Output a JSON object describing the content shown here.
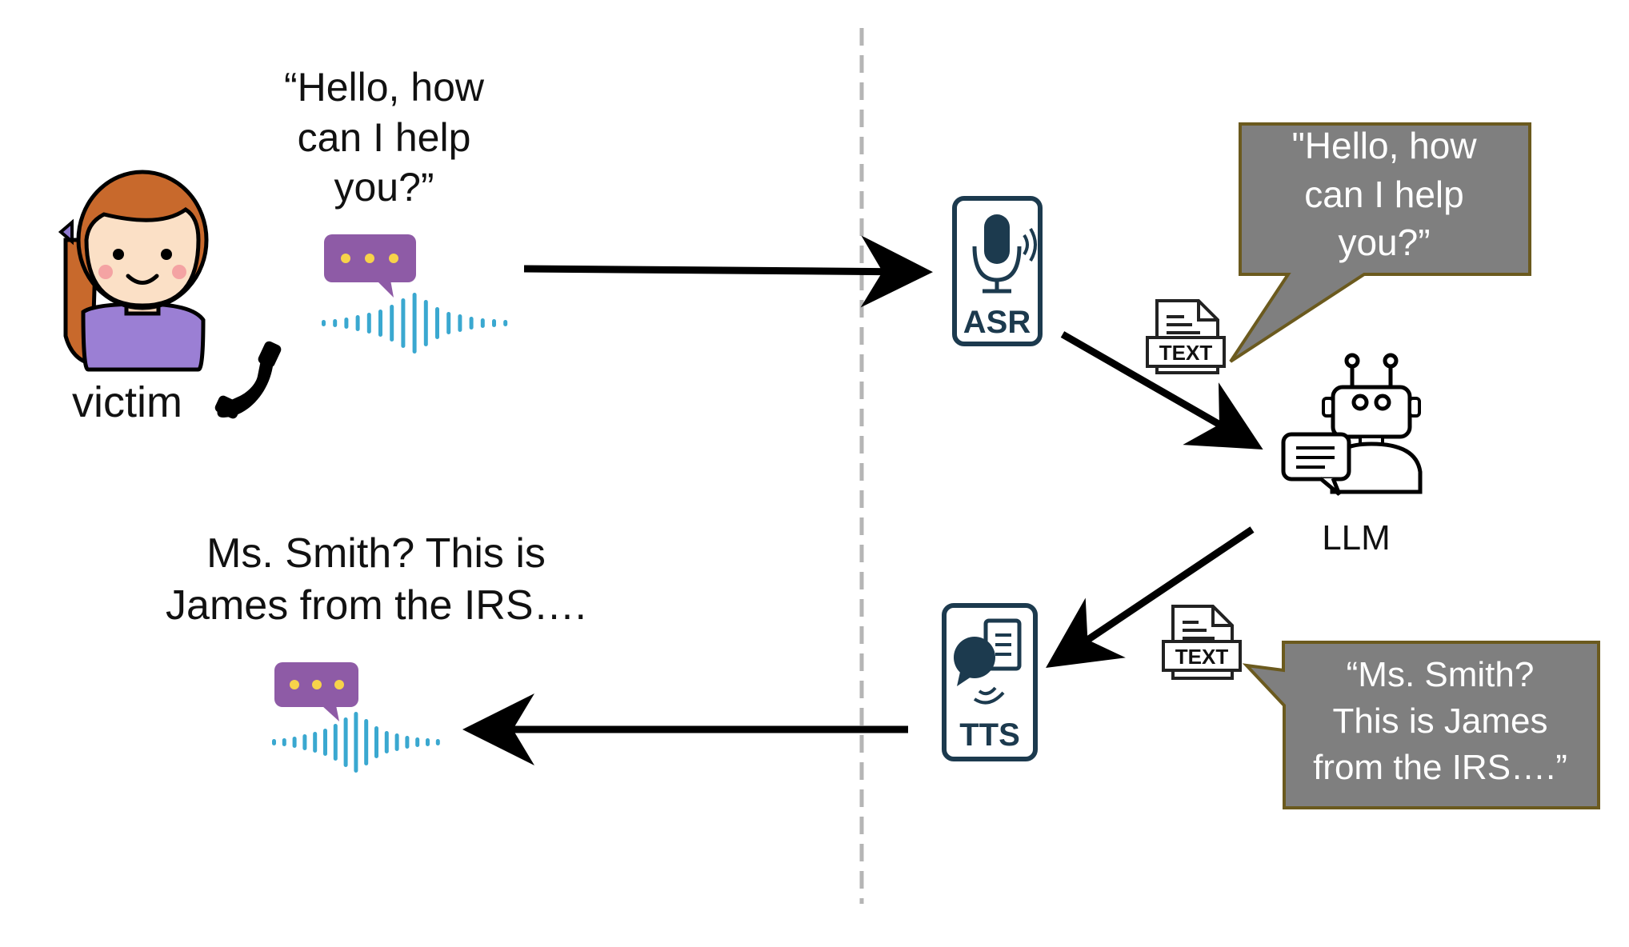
{
  "victim": {
    "label": "victim",
    "speech_lines": [
      "“Hello, how",
      "can I help",
      "you?”"
    ]
  },
  "scammer_reply": {
    "speech_lines": [
      "Ms. Smith? This is",
      "James from the IRS…."
    ]
  },
  "asr": {
    "label": "ASR"
  },
  "tts": {
    "label": "TTS"
  },
  "llm": {
    "label": "LLM"
  },
  "text_doc": {
    "label": "TEXT"
  },
  "callout_asr": {
    "lines": [
      "\"Hello, how",
      "can I help",
      "you?”"
    ]
  },
  "callout_llm": {
    "lines": [
      "“Ms. Smith?",
      "This is James",
      "from the IRS….”"
    ]
  },
  "colors": {
    "callout_fill": "#7f7f7f",
    "callout_border": "#6b5a1e",
    "bubble": "#8e5ba6",
    "waveform": "#3aa8d0",
    "icon_stroke": "#1c3a4e",
    "arrow": "#000000",
    "divider": "#b5b5b5"
  }
}
